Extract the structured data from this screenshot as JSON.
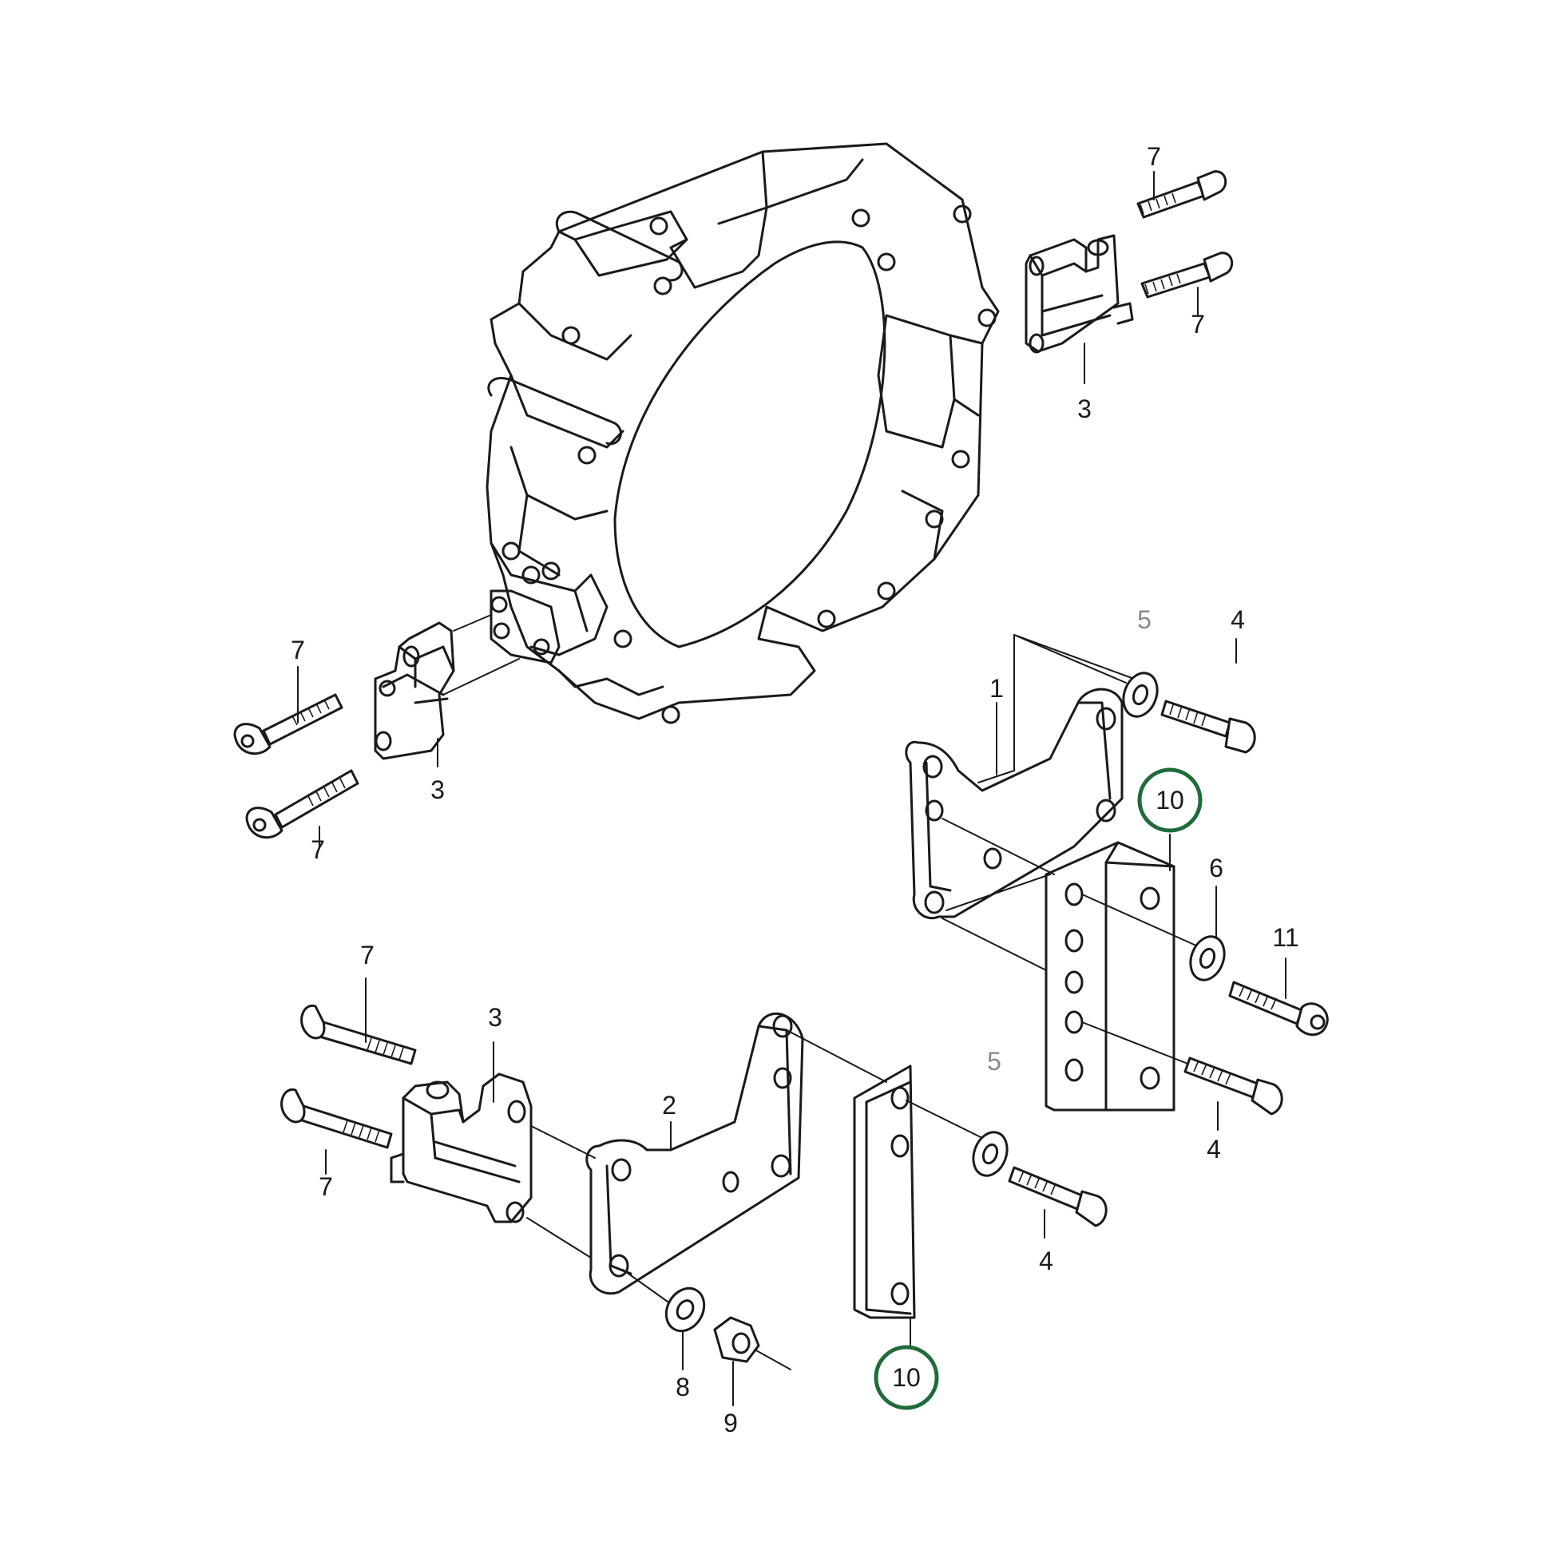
{
  "diagram": {
    "colors": {
      "line": "#1a1a1a",
      "muted_label": "#8a8a8a",
      "highlight_ring": "#1f6b3a"
    },
    "callouts": [
      {
        "id": "c7a",
        "text": "7"
      },
      {
        "id": "c7b",
        "text": "7"
      },
      {
        "id": "c3a",
        "text": "3"
      },
      {
        "id": "c7c",
        "text": "7"
      },
      {
        "id": "c3b",
        "text": "3"
      },
      {
        "id": "c7d",
        "text": "7"
      },
      {
        "id": "c5a",
        "text": "5",
        "muted": true
      },
      {
        "id": "c4a",
        "text": "4"
      },
      {
        "id": "c1",
        "text": "1"
      },
      {
        "id": "c10a",
        "text": "10",
        "highlighted": true
      },
      {
        "id": "c6",
        "text": "6"
      },
      {
        "id": "c11",
        "text": "11"
      },
      {
        "id": "c4b",
        "text": "4"
      },
      {
        "id": "c7e",
        "text": "7"
      },
      {
        "id": "c3c",
        "text": "3"
      },
      {
        "id": "c7f",
        "text": "7"
      },
      {
        "id": "c2",
        "text": "2"
      },
      {
        "id": "c5b",
        "text": "5",
        "muted": true
      },
      {
        "id": "c4c",
        "text": "4"
      },
      {
        "id": "c8",
        "text": "8"
      },
      {
        "id": "c9",
        "text": "9"
      },
      {
        "id": "c10b",
        "text": "10",
        "highlighted": true
      }
    ]
  }
}
